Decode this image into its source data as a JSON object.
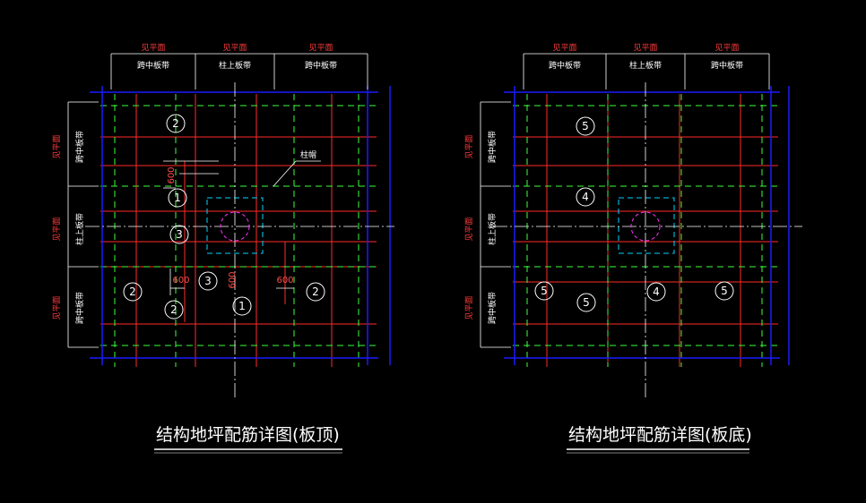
{
  "drawings": [
    {
      "title": "结构地坪配筋详图(板顶)",
      "top_headers": [
        {
          "ref": "见平面",
          "name": "跨中板带"
        },
        {
          "ref": "见平面",
          "name": "柱上板带"
        },
        {
          "ref": "见平面",
          "name": "跨中板带"
        }
      ],
      "side_headers": [
        {
          "ref": "见平面",
          "name": "跨中板带"
        },
        {
          "ref": "见平面",
          "name": "柱上板带"
        },
        {
          "ref": "见平面",
          "name": "跨中板带"
        }
      ],
      "column_cap_label": "柱帽",
      "dimensions": [
        "600",
        "600",
        "600",
        "600"
      ],
      "markers": [
        "2",
        "1",
        "3",
        "3",
        "2",
        "2",
        "2",
        "1"
      ]
    },
    {
      "title": "结构地坪配筋详图(板底)",
      "top_headers": [
        {
          "ref": "见平面",
          "name": "跨中板带"
        },
        {
          "ref": "见平面",
          "name": "柱上板带"
        },
        {
          "ref": "见平面",
          "name": "跨中板带"
        }
      ],
      "side_headers": [
        {
          "ref": "见平面",
          "name": "跨中板带"
        },
        {
          "ref": "见平面",
          "name": "柱上板带"
        },
        {
          "ref": "见平面",
          "name": "跨中板带"
        }
      ],
      "markers": [
        "5",
        "4",
        "5",
        "5",
        "4",
        "5"
      ]
    }
  ],
  "colors": {
    "background": "#000000",
    "border": "#1a1aff",
    "rebar": "#ff2a2a",
    "strip_boundary": "#3cff3c",
    "column": "#00d5ff",
    "cap_circle": "#ff33ff",
    "text": "#ffffff",
    "label": "#ff3b3b"
  }
}
